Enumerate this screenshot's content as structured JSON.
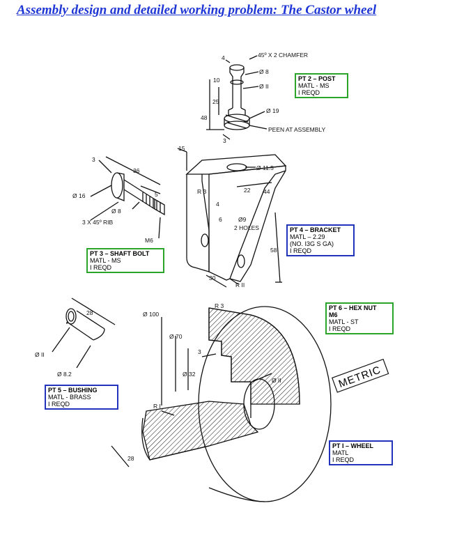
{
  "title": "Assembly design and detailed working problem: The Castor wheel",
  "colors": {
    "title": "#1f36d6",
    "green_box": "#2aa52a",
    "blue_box": "#2233bb",
    "line": "#111111"
  },
  "parts": {
    "post": {
      "line1": "PT 2 – POST",
      "line2": "MATL - MS",
      "line3": "I REQD"
    },
    "bolt": {
      "line1": "PT 3 – SHAFT BOLT",
      "line2": "MATL - MS",
      "line3": "I REQD"
    },
    "bracket": {
      "line1": "PT 4 – BRACKET",
      "line2": "MATL – 2.29",
      "line3": "(NO. I3G S GA)",
      "line4": "I REQD"
    },
    "hexnut": {
      "line1": "PT 6 – HEX NUT",
      "line2": "M6",
      "line3": "MATL - ST",
      "line4": "I REQD"
    },
    "bushing": {
      "line1": "PT 5 – BUSHING",
      "line2": "MATL - BRASS",
      "line3": "I REQD"
    },
    "wheel": {
      "line1": "PT I – WHEEL",
      "line2": "MATL",
      "line3": "I REQD"
    }
  },
  "dims": {
    "post_chamfer": "45º X 2 CHAMFER",
    "post_d8": "Ø 8",
    "post_d11": "Ø II",
    "post_d19": "Ø 19",
    "post_peen": "PEEN AT ASSEMBLY",
    "post_4": "4",
    "post_10": "10",
    "post_25": "25",
    "post_48": "48",
    "post_3": "3",
    "bolt_3": "3",
    "bolt_36": "36",
    "bolt_5": "5",
    "bolt_d16": "Ø 16",
    "bolt_d8": "Ø 8",
    "bolt_rib": "3 X 45º RIB",
    "bolt_m6": "M6",
    "br_15": "15",
    "br_d115": "Ø 11.5",
    "br_r3": "R 3",
    "br_22": "22",
    "br_44": "44",
    "br_4": "4",
    "br_6": "6",
    "br_d9": "Ø9",
    "br_holes": "2 HOLES",
    "br_58": "58",
    "br_30": "30",
    "br_r11": "R II",
    "bu_28": "28",
    "bu_d11": "Ø II",
    "bu_d82": "Ø 8.2",
    "wh_d100": "Ø 100",
    "wh_r3": "R 3",
    "wh_d70": "Ø 70",
    "wh_3": "3",
    "wh_d32": "Ø 32",
    "wh_d11": "Ø II",
    "wh_r1": "R I",
    "wh_28": "28",
    "metric": "METRIC"
  }
}
